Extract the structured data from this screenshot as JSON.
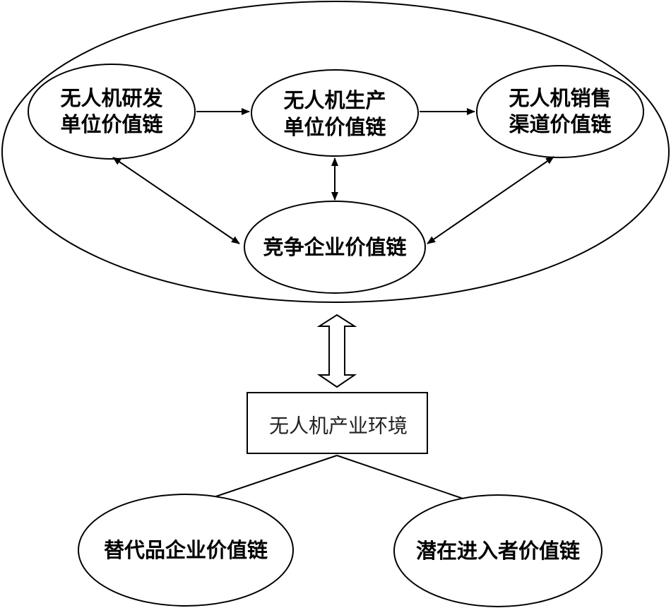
{
  "diagram": {
    "outer_group": {
      "rd_node": {
        "line1": "无人机研发",
        "line2": "单位价值链"
      },
      "production_node": {
        "line1": "无人机生产",
        "line2": "单位价值链"
      },
      "sales_node": {
        "line1": "无人机销售",
        "line2": "渠道价值链"
      },
      "competitor_node": {
        "label": "竞争企业价值链"
      }
    },
    "environment_box": {
      "label": "无人机产业环境"
    },
    "substitute_node": {
      "label": "替代品企业价值链"
    },
    "entrant_node": {
      "label": "潜在进入者价值链"
    }
  },
  "colors": {
    "stroke": "#000000",
    "background": "#ffffff"
  }
}
